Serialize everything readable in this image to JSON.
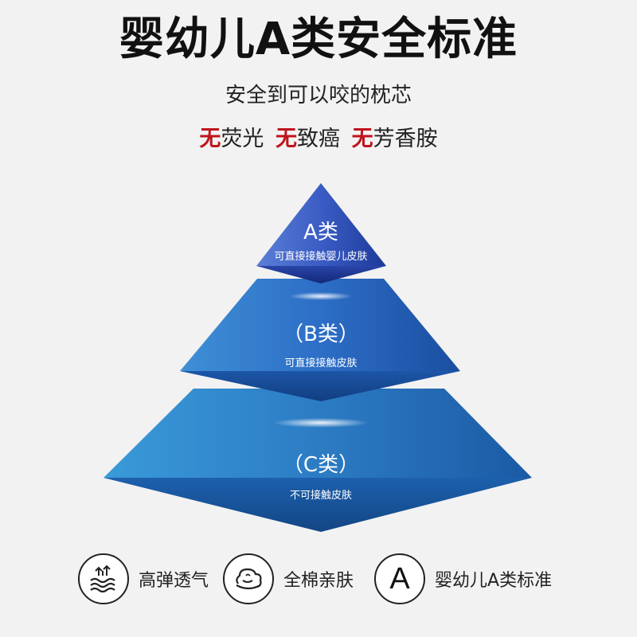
{
  "header": {
    "title": "婴幼儿A类安全标准",
    "subtitle": "安全到可以咬的枕芯"
  },
  "claims": [
    {
      "neg": "无",
      "text": "荧光"
    },
    {
      "neg": "无",
      "text": "致癌"
    },
    {
      "neg": "无",
      "text": "芳香胺"
    }
  ],
  "tiers": [
    {
      "name": "A类",
      "desc": "可直接接触婴儿皮肤",
      "color": "#2d4fb8"
    },
    {
      "name": "（B类）",
      "desc": "可直接接触皮肤",
      "color": "#2a6cc0"
    },
    {
      "name": "（C类）",
      "desc": "不可接触皮肤",
      "color": "#2e80c4"
    }
  ],
  "features": [
    {
      "icon": "elastic-breathable-icon",
      "label": "高弹透气"
    },
    {
      "icon": "cotton-cloud-icon",
      "label": "全棉亲肤"
    },
    {
      "icon": "letter-a-icon",
      "label": "婴幼儿A类标准",
      "letter": "A"
    }
  ],
  "colors": {
    "negation": "#c0141c",
    "background": "#f2f2f2"
  }
}
